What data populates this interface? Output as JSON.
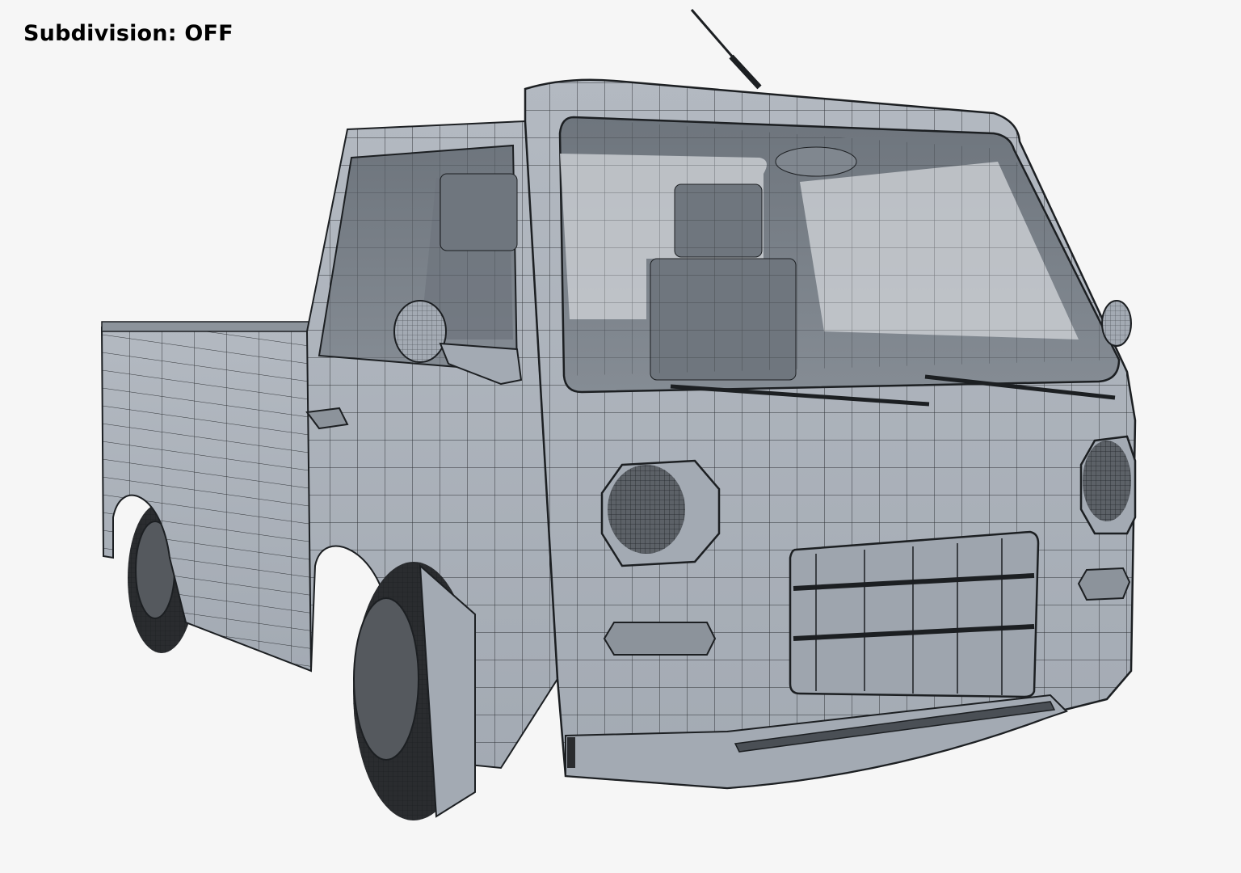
{
  "overlay": {
    "label_prefix": "Subdivision:",
    "label_state": "OFF"
  },
  "render": {
    "subject": "pickup-truck-wireframe",
    "colors": {
      "background": "#f6f6f6",
      "body": "#aab1ba",
      "body_shade": "#9aa2ac",
      "glass": "#7d848c",
      "glass_light": "#c9cdd1",
      "interior": "#6f767e",
      "tire": "#2a2c2f",
      "wire": "#1c1f22",
      "grille_slot": "#9ea5ae"
    }
  }
}
